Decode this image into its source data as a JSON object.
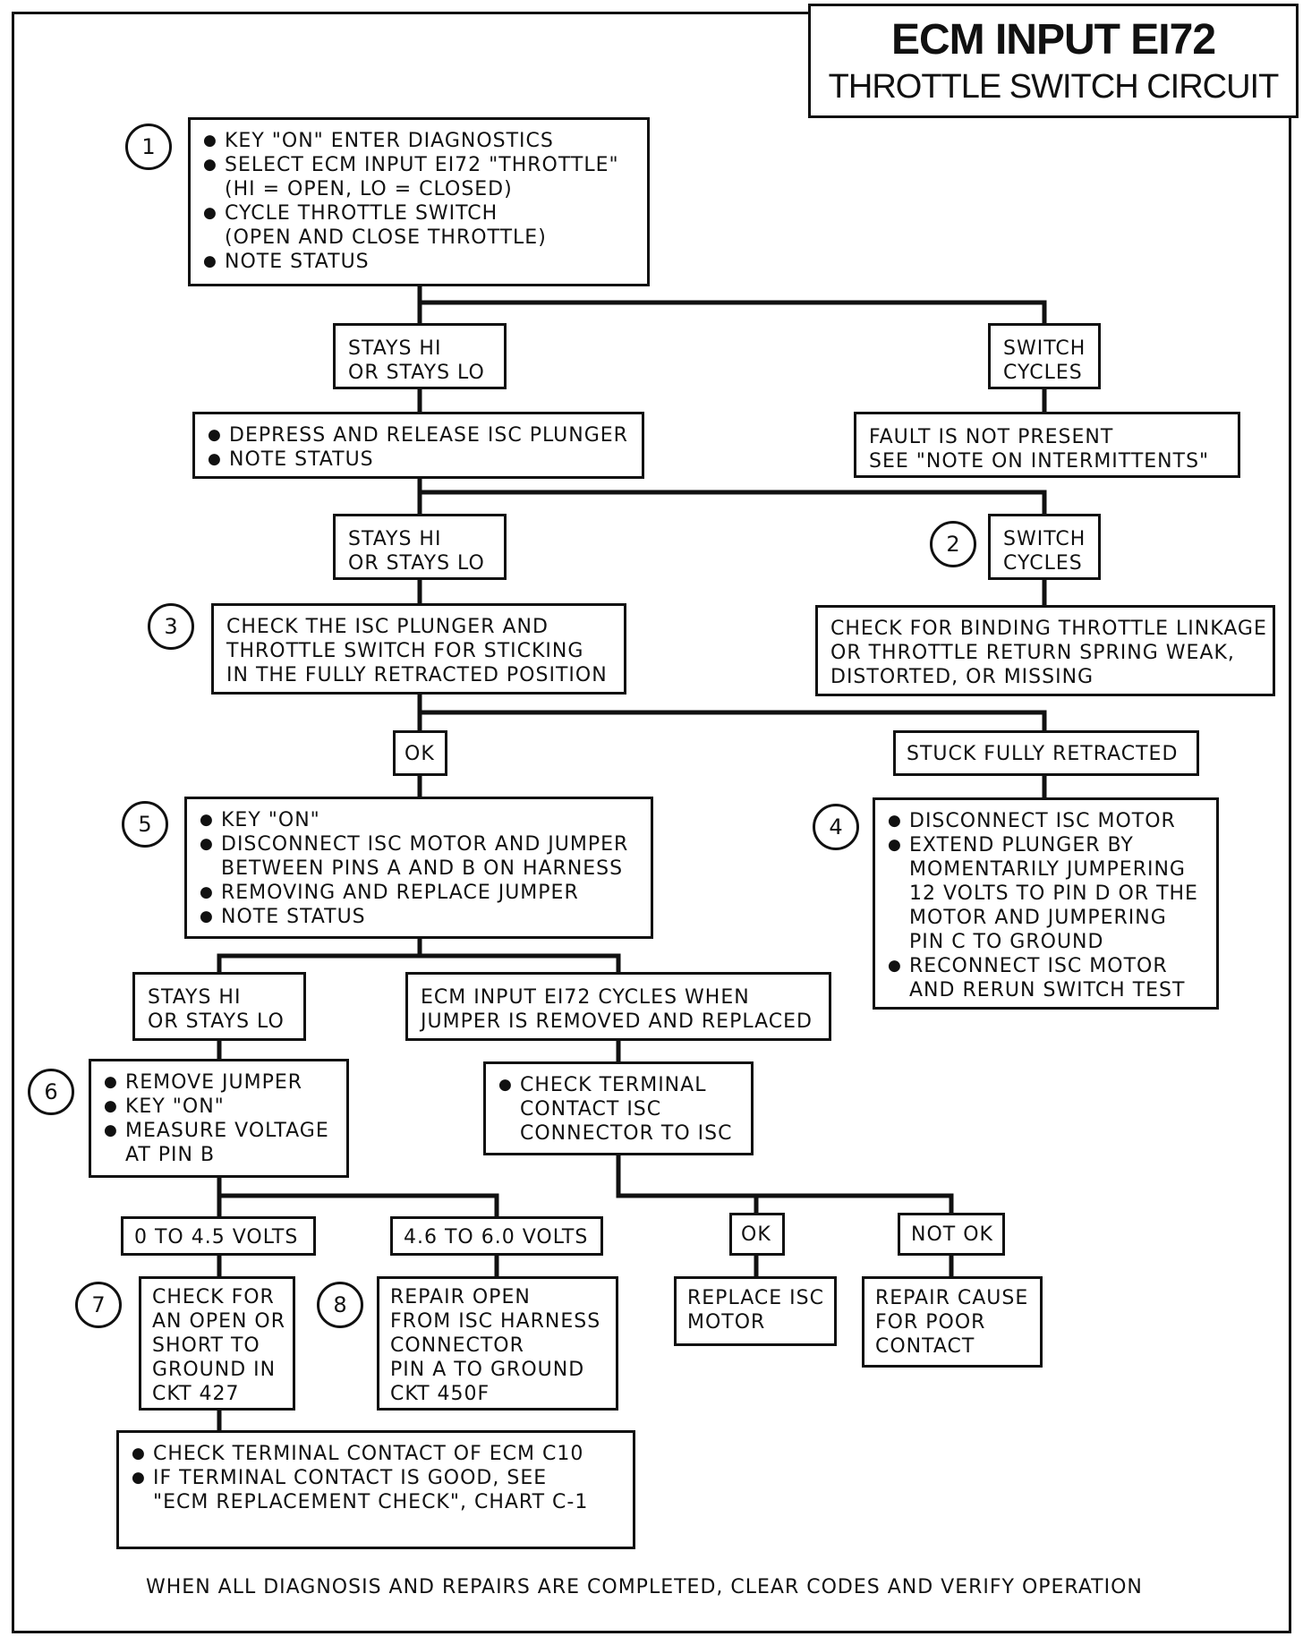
{
  "title": {
    "main": "ECM INPUT EI72",
    "sub": "THROTTLE SWITCH CIRCUIT"
  },
  "steps": [
    "1",
    "2",
    "3",
    "4",
    "5",
    "6",
    "7",
    "8"
  ],
  "boxes": {
    "step1": [
      {
        "text": "KEY \"ON\" ENTER DIAGNOSTICS",
        "bullet": true
      },
      {
        "text": "SELECT ECM INPUT EI72 \"THROTTLE\"",
        "bullet": true
      },
      {
        "text": "(HI = OPEN, LO = CLOSED)",
        "bullet": false
      },
      {
        "text": "CYCLE THROTTLE SWITCH",
        "bullet": true
      },
      {
        "text": "(OPEN AND CLOSE THROTTLE)",
        "bullet": false
      },
      {
        "text": "NOTE STATUS",
        "bullet": true
      }
    ],
    "stays_hi_lo_1": [
      "STAYS HI",
      "OR STAYS LO"
    ],
    "switch_cycles_1": [
      "SWITCH",
      "CYCLES"
    ],
    "depress_isc": [
      {
        "text": "DEPRESS AND RELEASE ISC PLUNGER",
        "bullet": true
      },
      {
        "text": "NOTE STATUS",
        "bullet": true
      }
    ],
    "fault_not_present": [
      "FAULT IS NOT PRESENT",
      "SEE \"NOTE ON INTERMITTENTS\""
    ],
    "stays_hi_lo_2": [
      "STAYS HI",
      "OR STAYS LO"
    ],
    "switch_cycles_2": [
      "SWITCH",
      "CYCLES"
    ],
    "check_isc_plunger": [
      "CHECK THE ISC PLUNGER AND",
      "THROTTLE SWITCH FOR STICKING",
      "IN THE FULLY RETRACTED POSITION"
    ],
    "check_binding": [
      "CHECK FOR BINDING THROTTLE LINKAGE",
      "OR THROTTLE RETURN SPRING WEAK,",
      "DISTORTED, OR MISSING"
    ],
    "ok_1": [
      "OK"
    ],
    "stuck_retracted": [
      "STUCK FULLY RETRACTED"
    ],
    "step5": [
      {
        "text": "KEY \"ON\"",
        "bullet": true
      },
      {
        "text": "DISCONNECT ISC MOTOR AND JUMPER",
        "bullet": true
      },
      {
        "text": "BETWEEN PINS A AND B ON HARNESS",
        "bullet": false
      },
      {
        "text": "REMOVING AND REPLACE JUMPER",
        "bullet": true
      },
      {
        "text": "NOTE STATUS",
        "bullet": true
      }
    ],
    "step4": [
      {
        "text": "DISCONNECT ISC MOTOR",
        "bullet": true
      },
      {
        "text": "EXTEND PLUNGER BY",
        "bullet": true
      },
      {
        "text": "MOMENTARILY JUMPERING",
        "bullet": false
      },
      {
        "text": "12 VOLTS TO PIN D OR THE",
        "bullet": false
      },
      {
        "text": "MOTOR AND JUMPERING",
        "bullet": false
      },
      {
        "text": "PIN C TO GROUND",
        "bullet": false
      },
      {
        "text": "RECONNECT ISC MOTOR",
        "bullet": true
      },
      {
        "text": "AND RERUN SWITCH TEST",
        "bullet": false
      }
    ],
    "stays_hi_lo_3": [
      "STAYS HI",
      "OR STAYS LO"
    ],
    "ecm_cycles": [
      "ECM INPUT EI72 CYCLES WHEN",
      "JUMPER IS REMOVED AND REPLACED"
    ],
    "step6": [
      {
        "text": "REMOVE JUMPER",
        "bullet": true
      },
      {
        "text": "KEY \"ON\"",
        "bullet": true
      },
      {
        "text": "MEASURE VOLTAGE",
        "bullet": true
      },
      {
        "text": "AT PIN B",
        "bullet": false
      }
    ],
    "check_terminal_isc": [
      {
        "text": "CHECK TERMINAL",
        "bullet": true
      },
      {
        "text": "CONTACT ISC",
        "bullet": false
      },
      {
        "text": "CONNECTOR TO ISC",
        "bullet": false
      }
    ],
    "volts_low": [
      "0 TO 4.5 VOLTS"
    ],
    "volts_high": [
      "4.6 TO 6.0 VOLTS"
    ],
    "ok_2": [
      "OK"
    ],
    "not_ok": [
      "NOT OK"
    ],
    "step7": [
      "CHECK FOR",
      "AN OPEN OR",
      "SHORT TO",
      "GROUND IN",
      "CKT 427"
    ],
    "step8": [
      "REPAIR OPEN",
      "FROM ISC HARNESS",
      "CONNECTOR",
      "PIN A TO GROUND",
      "CKT 450F"
    ],
    "replace_isc": [
      "REPLACE ISC",
      "MOTOR"
    ],
    "repair_cause": [
      "REPAIR CAUSE",
      "FOR POOR",
      "CONTACT"
    ],
    "check_ecm_c10": [
      {
        "text": "CHECK TERMINAL CONTACT OF ECM C10",
        "bullet": true
      },
      {
        "text": "IF TERMINAL CONTACT IS GOOD, SEE",
        "bullet": true
      },
      {
        "text": "\"ECM REPLACEMENT CHECK\", CHART C-1",
        "bullet": false
      }
    ]
  },
  "footer": "WHEN ALL DIAGNOSIS AND REPAIRS ARE COMPLETED, CLEAR CODES AND VERIFY OPERATION"
}
